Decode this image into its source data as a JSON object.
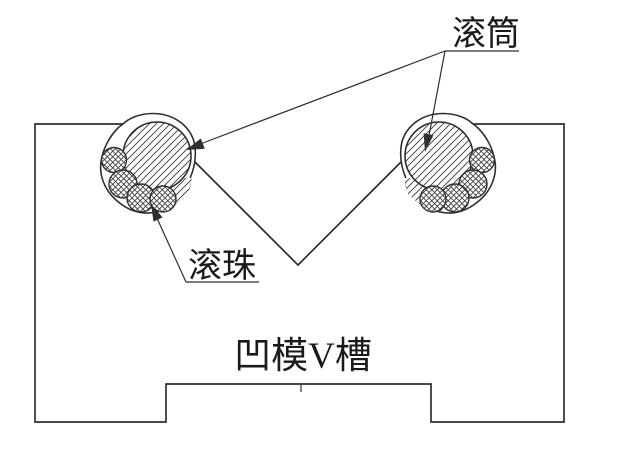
{
  "figure": {
    "labels": {
      "roller": "滚筒",
      "ball": "滚珠",
      "die_groove": "凹模V槽"
    },
    "colors": {
      "line": "#2f2f2f",
      "text": "#1a1a1a",
      "background": "#ffffff"
    },
    "structure": {
      "roller_count": 2,
      "balls_per_roller": 4,
      "groove_type": "V"
    }
  }
}
